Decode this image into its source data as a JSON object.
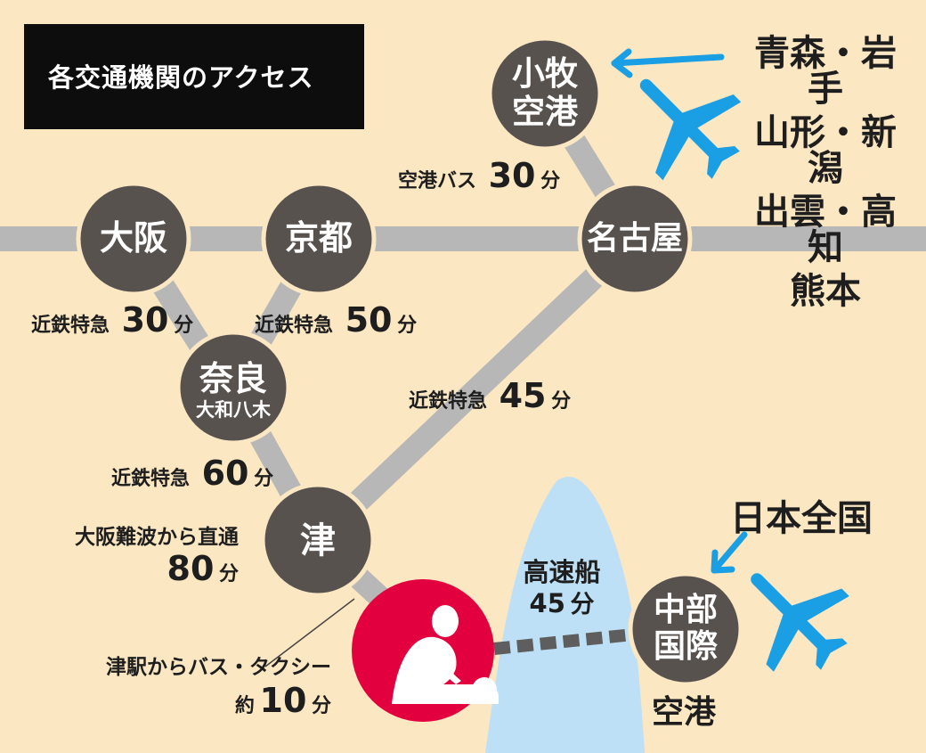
{
  "title": "各交通機関のアクセス",
  "stations": {
    "osaka": "大阪",
    "kyoto": "京都",
    "nagoya": "名古屋",
    "komaki_line1": "小牧",
    "komaki_line2": "空港",
    "nara": "奈良",
    "nara_sub": "大和八木",
    "tsu": "津",
    "chubu_line1": "中部",
    "chubu_line2": "国際",
    "chubu_line3": "空港"
  },
  "routes": {
    "osaka_nara": {
      "name": "近鉄特急",
      "time": "30",
      "unit": "分"
    },
    "kyoto_nara": {
      "name": "近鉄特急",
      "time": "50",
      "unit": "分"
    },
    "nagoya_tsu": {
      "name": "近鉄特急",
      "time": "45",
      "unit": "分"
    },
    "nara_tsu": {
      "name": "近鉄特急",
      "time": "60",
      "unit": "分"
    },
    "namba_direct": {
      "name": "大阪難波から直通",
      "time": "80",
      "unit": "分"
    },
    "komaki_bus": {
      "name": "空港バス",
      "time": "30",
      "unit": "分"
    },
    "ferry": {
      "name": "高速船",
      "time": "45",
      "unit": "分"
    },
    "tsu_local": {
      "name": "津駅からバス・タクシー",
      "prefix": "約",
      "time": "10",
      "unit": "分"
    }
  },
  "flights_komaki": [
    "青森・岩手",
    "山形・新潟",
    "出雲・高知",
    "熊本"
  ],
  "flights_chubu": "日本全国",
  "colors": {
    "background": "#fbe7c2",
    "rail": "#b7b7b7",
    "node": "#58524f",
    "sea": "#bde0f6",
    "accent_blue": "#1b9fe4",
    "destination": "#e3003f"
  },
  "icons": [
    "airplane-icon",
    "arrow-icon",
    "therapist-icon"
  ]
}
